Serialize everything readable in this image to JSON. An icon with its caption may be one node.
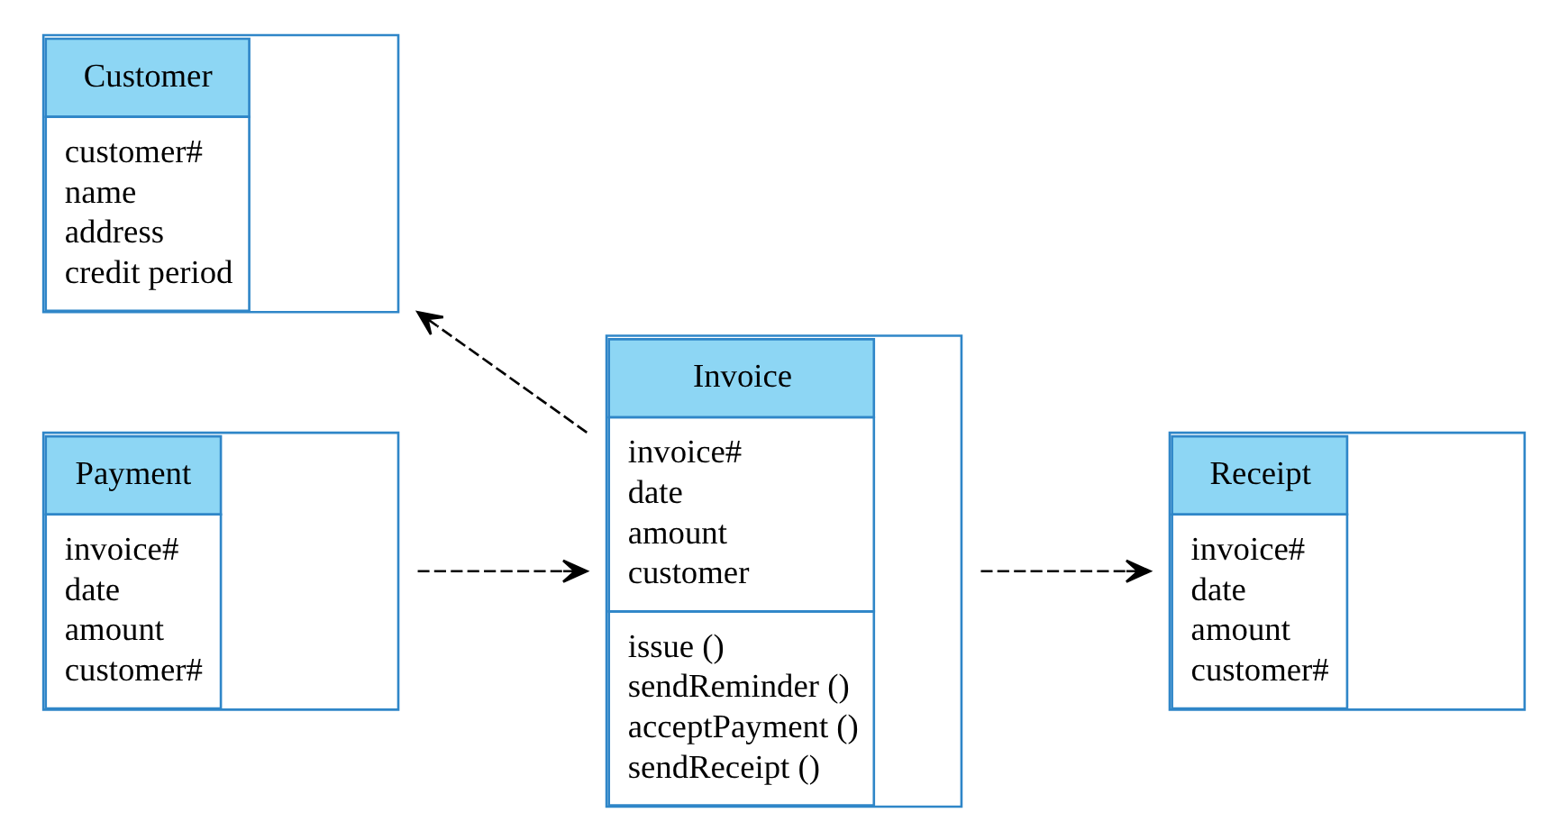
{
  "diagram": {
    "nodes": [
      {
        "text": [
          "Customer",
          "customer#",
          "name",
          "address",
          "credit period"
        ]
      },
      {
        "text": [
          "Receipt",
          "invoice#",
          "date",
          "amount",
          "customer#"
        ]
      },
      {
        "text": [
          "Invoice",
          "invoice#",
          "date",
          "amount",
          "customer",
          "issue ()",
          "sendReminder ()",
          "acceptPayment ()",
          "sendReceipt ()"
        ]
      },
      {
        "text": [
          "Payment",
          "invoice#",
          "date",
          "amount",
          "customer#"
        ]
      }
    ],
    "edges": [
      {
        "from": 2,
        "to": 0,
        "arrow": "to",
        "style": "dashed"
      },
      {
        "from": 3,
        "to": 2,
        "arrow": "to",
        "style": "dashed"
      },
      {
        "from": 2,
        "to": 1,
        "arrow": "to",
        "style": "dashed"
      }
    ]
  }
}
